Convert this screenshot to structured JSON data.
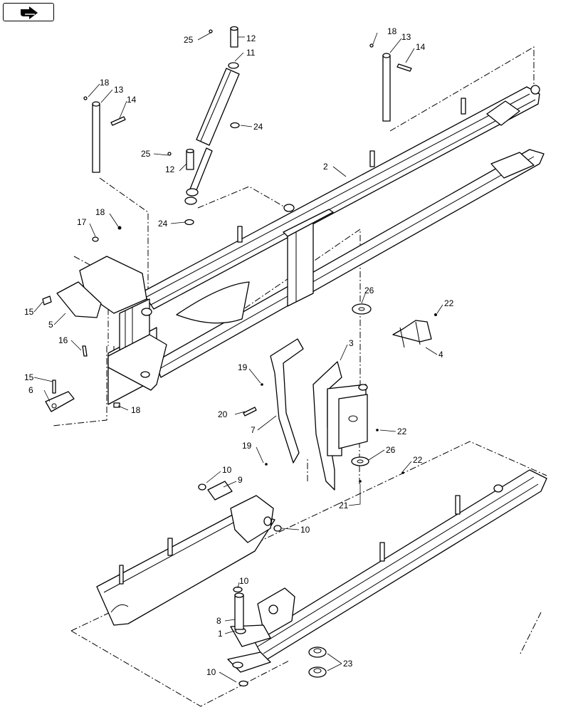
{
  "nav": {
    "icon": "arrow-right-icon"
  },
  "callouts": [
    "25",
    "12",
    "11",
    "18",
    "13",
    "14",
    "18",
    "13",
    "14",
    "24",
    "25",
    "12",
    "2",
    "18",
    "17",
    "24",
    "26",
    "22",
    "15",
    "5",
    "4",
    "16",
    "3",
    "19",
    "15",
    "6",
    "18",
    "20",
    "22",
    "7",
    "19",
    "26",
    "22",
    "10",
    "9",
    "21",
    "10",
    "10",
    "8",
    "1",
    "23",
    "10"
  ],
  "colors": {
    "line": "#000000",
    "background": "#ffffff"
  }
}
